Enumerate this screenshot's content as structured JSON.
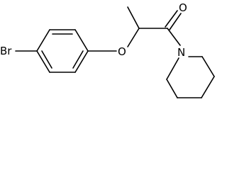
{
  "molecule": {
    "atoms": {
      "bromine": "Br",
      "ether_oxygen": "O",
      "carbonyl_oxygen": "O",
      "amide_nitrogen": "N"
    }
  }
}
